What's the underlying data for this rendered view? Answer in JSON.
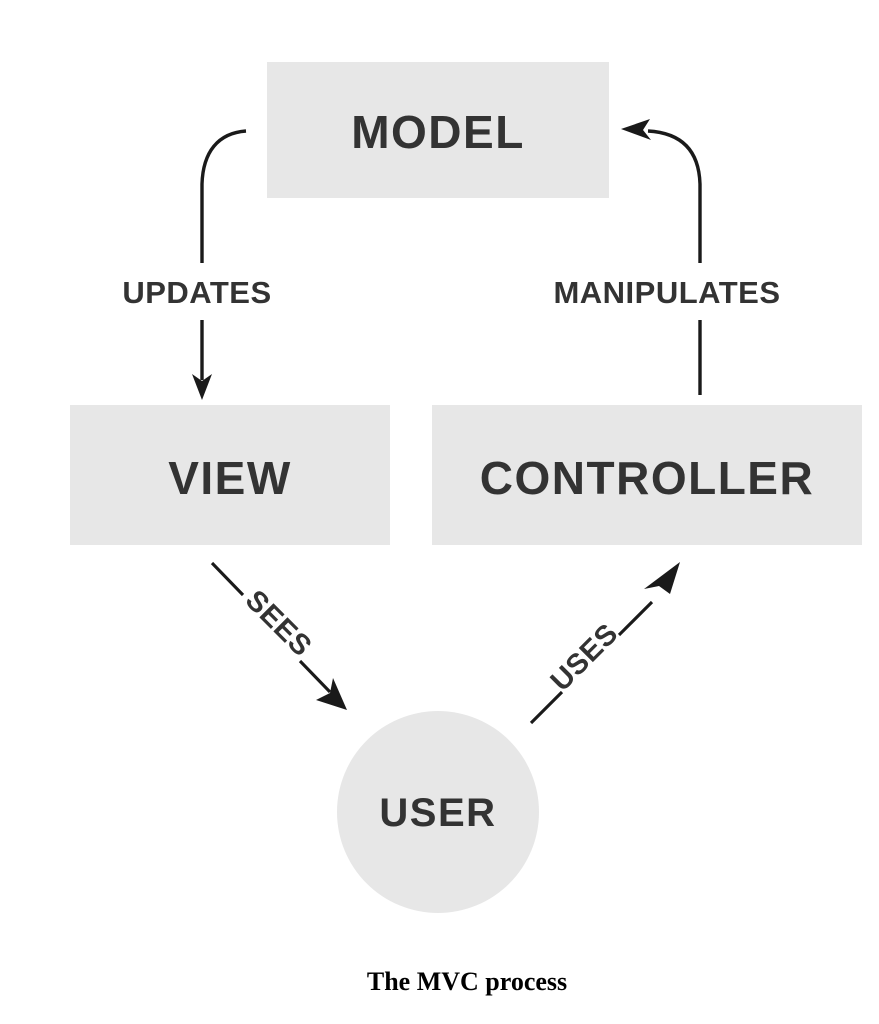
{
  "diagram": {
    "title": "The MVC process",
    "caption": "The MVC process",
    "background_color": "#ffffff",
    "node_fill_color": "#e7e7e7",
    "node_text_color": "#333333",
    "edge_color": "#1a1a1a",
    "nodes": [
      {
        "id": "model",
        "label": "MODEL",
        "shape": "rectangle"
      },
      {
        "id": "view",
        "label": "VIEW",
        "shape": "rectangle"
      },
      {
        "id": "controller",
        "label": "CONTROLLER",
        "shape": "rectangle"
      },
      {
        "id": "user",
        "label": "USER",
        "shape": "circle"
      }
    ],
    "edges": [
      {
        "id": "model-to-view",
        "label": "UPDATES",
        "from": "model",
        "to": "view"
      },
      {
        "id": "controller-to-model",
        "label": "MANIPULATES",
        "from": "controller",
        "to": "model"
      },
      {
        "id": "view-to-user",
        "label": "SEES",
        "from": "view",
        "to": "user"
      },
      {
        "id": "user-to-controller",
        "label": "USES",
        "from": "user",
        "to": "controller"
      }
    ]
  }
}
